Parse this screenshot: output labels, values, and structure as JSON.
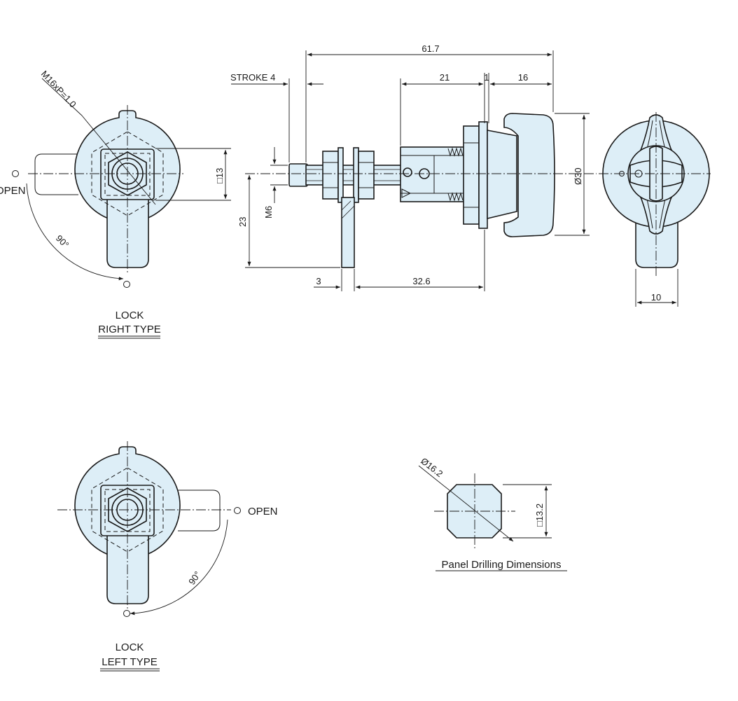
{
  "colors": {
    "part_fill": "#ddeef7",
    "line": "#1a1a1a"
  },
  "dimensions": {
    "overall_length": "61.7",
    "stroke": "STROKE 4",
    "dim_21": "21",
    "dim_1": "1",
    "dim_16": "16",
    "thread": "M16xP=1.0",
    "square_13": "□13",
    "m6": "M6",
    "height_23": "23",
    "panel_3": "3",
    "length_32_6": "32.6",
    "dia_30": "Ø30",
    "width_10": "10",
    "angle_right": "90°",
    "angle_left": "90°",
    "drill_dia": "Ø16.2",
    "drill_square": "□13.2"
  },
  "labels": {
    "open_right_type": "OPEN",
    "open_left_type": "OPEN",
    "right_type_line1": "LOCK",
    "right_type_line2": "RIGHT TYPE",
    "left_type_line1": "LOCK",
    "left_type_line2": "LEFT TYPE",
    "panel_drilling": "Panel Drilling Dimensions"
  }
}
